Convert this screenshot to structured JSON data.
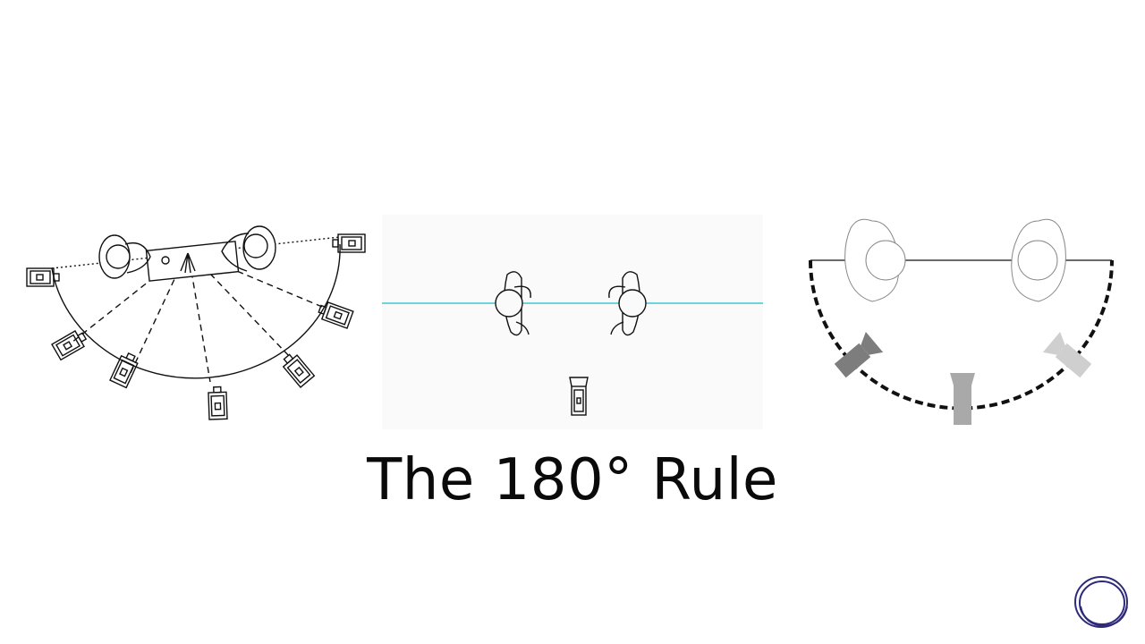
{
  "slide": {
    "title": "The 180° Rule",
    "colors": {
      "line_of_action": "#3fc8cf",
      "ink": "#111111",
      "camera_grey": "#8a8a8a",
      "camera_light_grey": "#c6c6c6",
      "logo": "#2e2a7a"
    },
    "diagrams": [
      {
        "id": "left",
        "icons": [
          "person-icon",
          "person-icon",
          "table-icon",
          "camera-icon"
        ]
      },
      {
        "id": "middle",
        "icons": [
          "person-icon",
          "person-icon",
          "camera-icon"
        ]
      },
      {
        "id": "right",
        "icons": [
          "person-icon",
          "person-icon",
          "camera-icon"
        ]
      }
    ],
    "logo_icon": "circle-logo-icon"
  }
}
